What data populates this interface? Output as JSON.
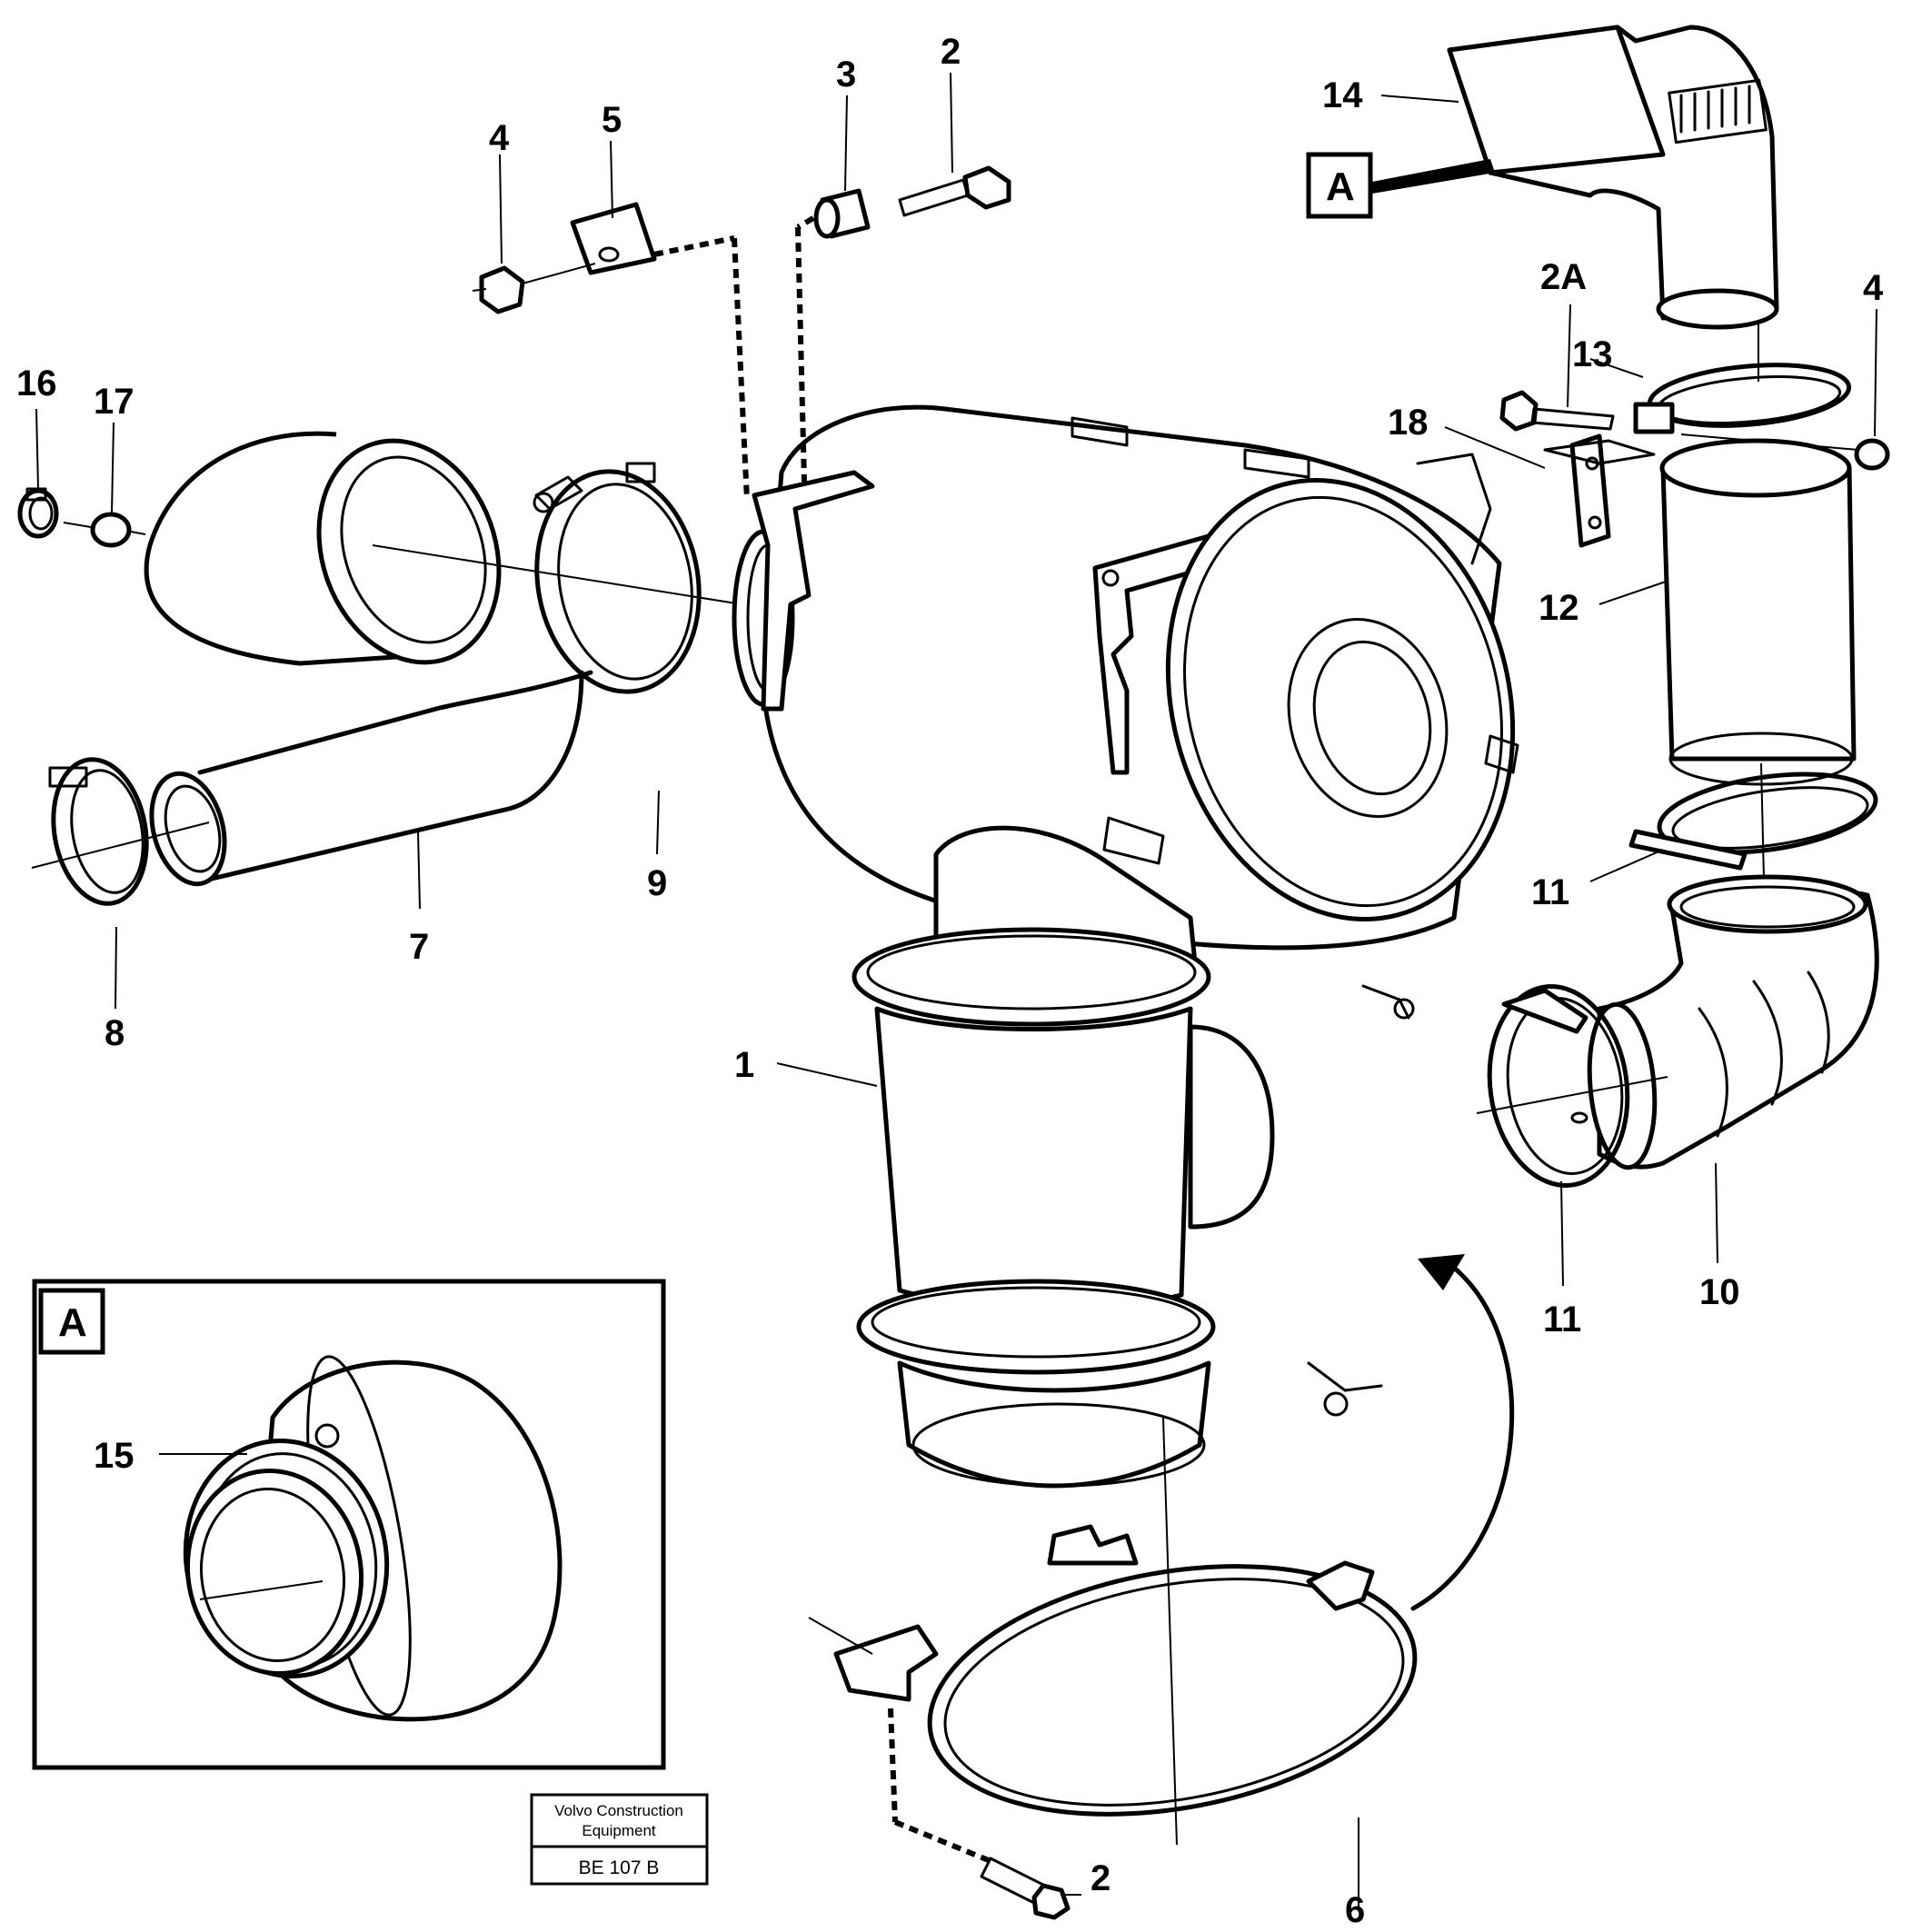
{
  "labels": {
    "p1": "1",
    "p2_top": "2",
    "p2_bottom": "2",
    "p2a": "2A",
    "p3": "3",
    "p4_left": "4",
    "p4_right": "4",
    "p5": "5",
    "p6": "6",
    "p7": "7",
    "p8": "8",
    "p9": "9",
    "p10": "10",
    "p11_upper": "11",
    "p11_lower": "11",
    "p12": "12",
    "p13": "13",
    "p14": "14",
    "p15": "15",
    "p16": "16",
    "p17": "17",
    "p18": "18"
  },
  "view_ref": {
    "top_box": "A",
    "inset_box": "A"
  },
  "stamp": {
    "line1": "Volvo Construction",
    "line2": "Equipment",
    "code": "BE 107 B"
  }
}
